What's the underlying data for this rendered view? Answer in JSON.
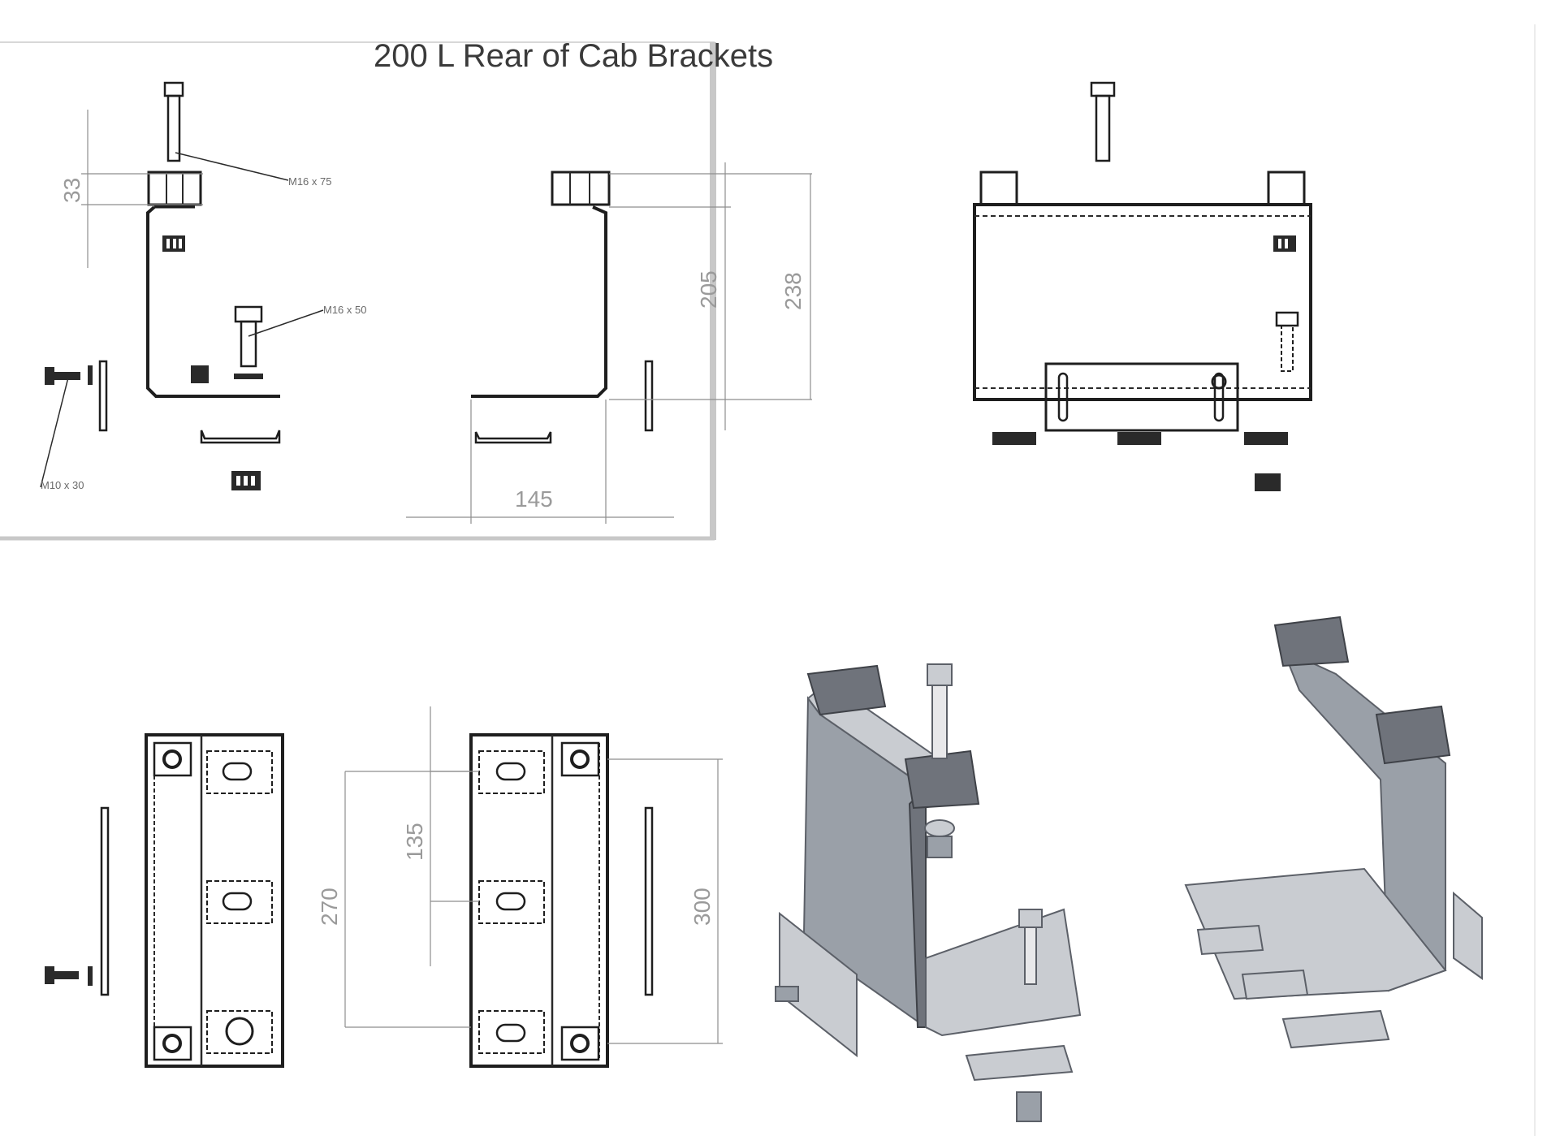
{
  "title": "200 L Rear of Cab Brackets",
  "callouts": {
    "bolt_top": "M16 x 75",
    "bolt_mid": "M16 x 50",
    "bolt_side": "M10 x 30"
  },
  "dimensions": {
    "d33": "33",
    "d205": "205",
    "d238": "238",
    "d145": "145",
    "d135": "135",
    "d270": "270",
    "d300": "300"
  },
  "colors": {
    "line": "#2a2a2a",
    "dimension": "#9a9a9a",
    "part_fill": "#9aa0a8"
  }
}
